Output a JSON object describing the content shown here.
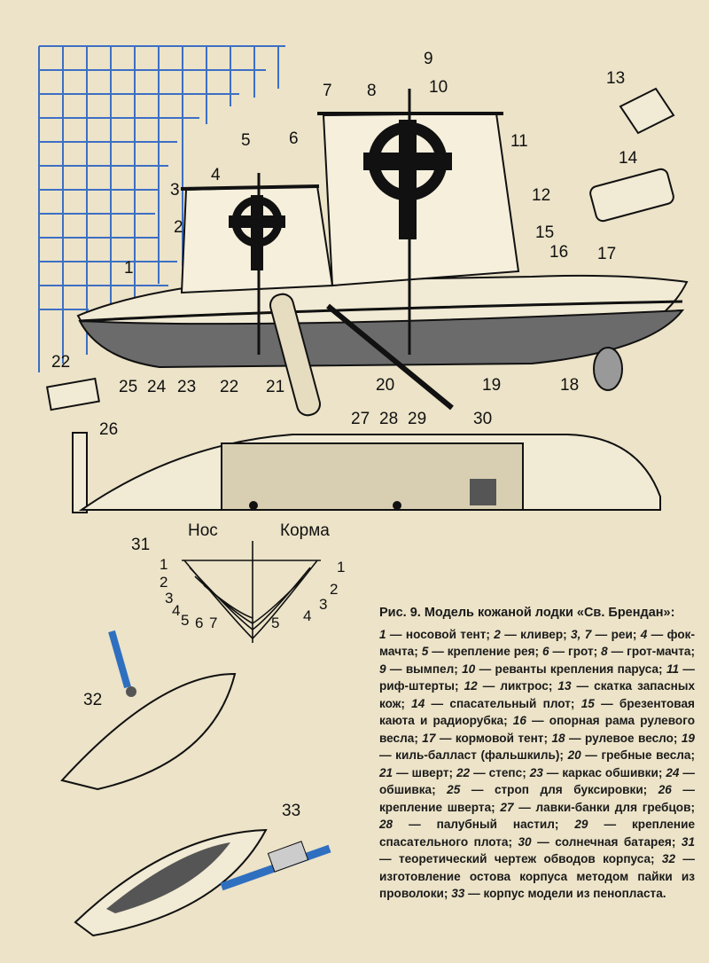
{
  "figure": {
    "labels_top": [
      "1",
      "2",
      "3",
      "4",
      "5",
      "6",
      "7",
      "8",
      "9",
      "10",
      "11",
      "12",
      "13",
      "14",
      "15",
      "16",
      "17",
      "18",
      "19",
      "20",
      "21",
      "22",
      "22",
      "23",
      "24",
      "25",
      "26",
      "27",
      "28",
      "29",
      "30"
    ],
    "section_labels": {
      "nos": "Нос",
      "korma": "Корма"
    },
    "section_number": "31",
    "section_left_lines": [
      "1",
      "2",
      "3",
      "4",
      "5",
      "6",
      "7"
    ],
    "section_right_lines": [
      "1",
      "2",
      "3",
      "4",
      "5"
    ],
    "fig32": "32",
    "fig33": "33"
  },
  "caption": {
    "title": "Рис. 9. Модель кожаной лодки «Св. Брендан»:",
    "items": [
      {
        "n": "1",
        "t": "носовой тент;"
      },
      {
        "n": "2",
        "t": "кливер;"
      },
      {
        "n": "3, 7",
        "t": "реи;"
      },
      {
        "n": "4",
        "t": "фок-мачта;"
      },
      {
        "n": "5",
        "t": "крепление рея;"
      },
      {
        "n": "6",
        "t": "грот;"
      },
      {
        "n": "8",
        "t": "грот-мачта;"
      },
      {
        "n": "9",
        "t": "вымпел;"
      },
      {
        "n": "10",
        "t": "ре­ванты крепления паруса;"
      },
      {
        "n": "11",
        "t": "риф-штерты;"
      },
      {
        "n": "12",
        "t": "ликтрос;"
      },
      {
        "n": "13",
        "t": "скатка запасных кож;"
      },
      {
        "n": "14",
        "t": "спасательный плот;"
      },
      {
        "n": "15",
        "t": "брезентовая каюта и радиорубка;"
      },
      {
        "n": "16",
        "t": "опорная рама рулевого весла;"
      },
      {
        "n": "17",
        "t": "кормовой тент;"
      },
      {
        "n": "18",
        "t": "рулевое весло;"
      },
      {
        "n": "19",
        "t": "киль-балласт (фальш­киль);"
      },
      {
        "n": "20",
        "t": "гребные весла;"
      },
      {
        "n": "21",
        "t": "шверт;"
      },
      {
        "n": "22",
        "t": "степс;"
      },
      {
        "n": "23",
        "t": "каркас обшивки;"
      },
      {
        "n": "24",
        "t": "обшивка;"
      },
      {
        "n": "25",
        "t": "строп для буксировки;"
      },
      {
        "n": "26",
        "t": "крепление шверта;"
      },
      {
        "n": "27",
        "t": "лавки-банки для гребцов;"
      },
      {
        "n": "28",
        "t": "палубный настил;"
      },
      {
        "n": "29",
        "t": "креп­ление спасательного плота;"
      },
      {
        "n": "30",
        "t": "солнечная батарея;"
      },
      {
        "n": "31",
        "t": "теоретический чертеж обво­дов корпуса;"
      },
      {
        "n": "32",
        "t": "изготовление остова кор­пуса методом пайки из проволоки;"
      },
      {
        "n": "33",
        "t": "корпус модели из пенопласта."
      }
    ]
  },
  "colors": {
    "paper": "#ece3c8",
    "grid": "#3d6fc4",
    "ink": "#111111",
    "hull_shade": "#6b6b6b",
    "wire_blue": "#2f6fc0"
  }
}
